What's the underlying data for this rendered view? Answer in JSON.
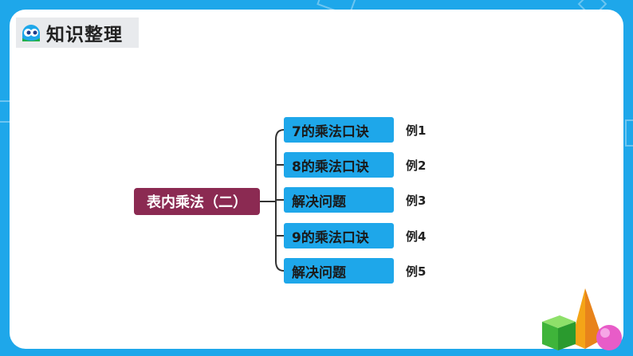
{
  "header": {
    "title": "知识整理",
    "logo_icon": "owl-logo-icon"
  },
  "tree": {
    "root": "表内乘法（二）",
    "children": [
      {
        "label": "7的乘法口诀",
        "example": "例1"
      },
      {
        "label": "8的乘法口诀",
        "example": "例2"
      },
      {
        "label": "解决问题",
        "example": "例3"
      },
      {
        "label": "9的乘法口诀",
        "example": "例4"
      },
      {
        "label": "解决问题",
        "example": "例5"
      }
    ]
  },
  "colors": {
    "background": "#1ea7ea",
    "root": "#8b2a52",
    "node": "#1ea7ea",
    "connector": "#333333"
  }
}
